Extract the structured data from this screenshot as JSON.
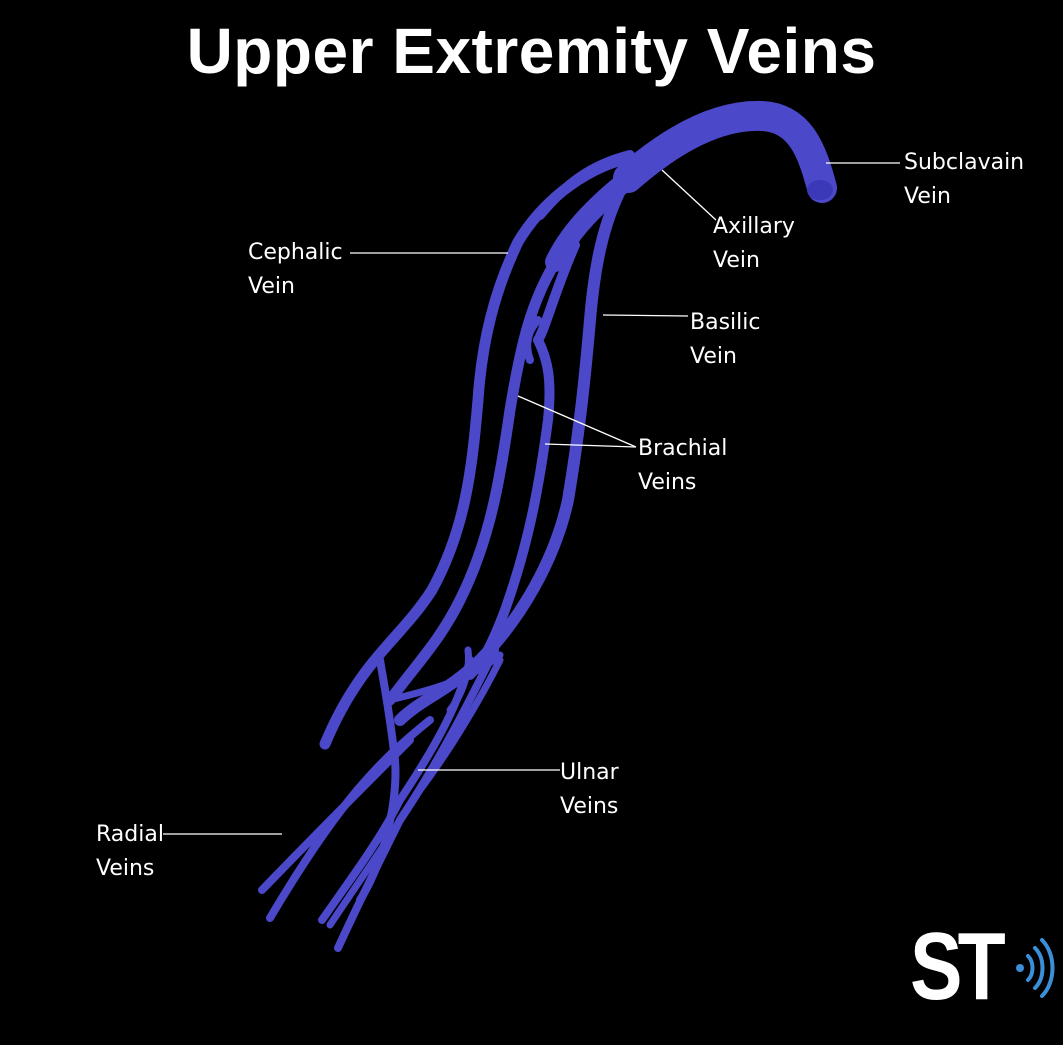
{
  "title": "Upper Extremity Veins",
  "labels": {
    "subclavian": {
      "line1": "Subclavain",
      "line2": "Vein"
    },
    "axillary": {
      "line1": "Axillary",
      "line2": "Vein"
    },
    "cephalic": {
      "line1": "Cephalic",
      "line2": "Vein"
    },
    "basilic": {
      "line1": "Basilic",
      "line2": "Vein"
    },
    "brachial": {
      "line1": "Brachial",
      "line2": "Veins"
    },
    "ulnar": {
      "line1": "Ulnar",
      "line2": "Veins"
    },
    "radial": {
      "line1": "Radial",
      "line2": "Veins"
    }
  },
  "logo": {
    "text": "ST",
    "icon": "sound-wave-icon",
    "wave_color": "#3b8fd6"
  },
  "colors": {
    "vein": "#4b48c9",
    "background": "#000000",
    "text": "#ffffff"
  }
}
